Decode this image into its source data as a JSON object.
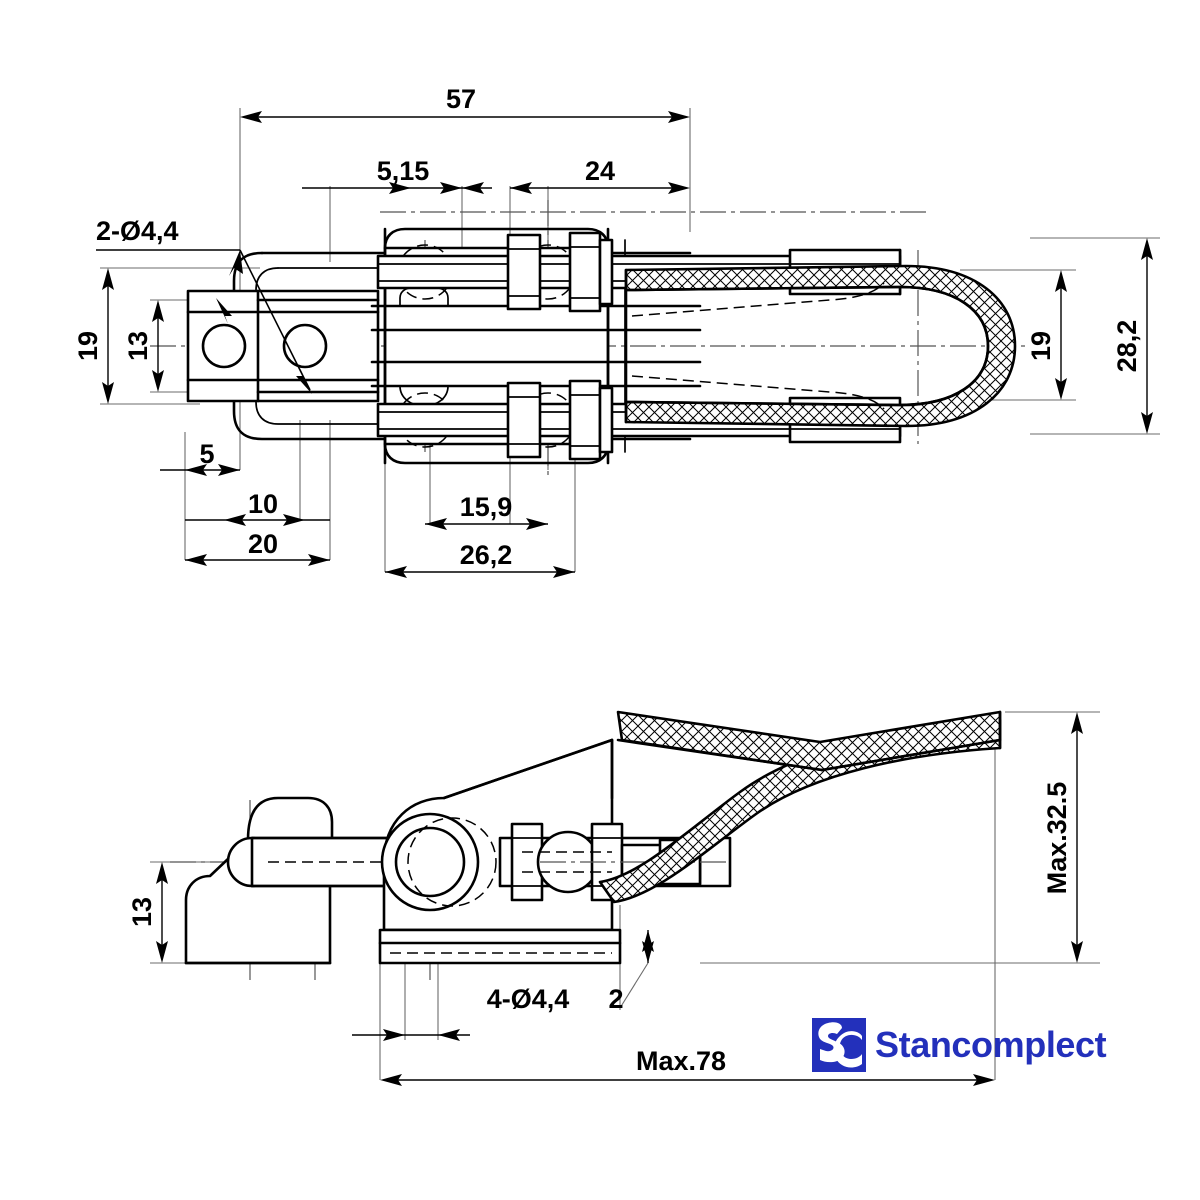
{
  "document": {
    "type": "engineering-drawing",
    "subject": "toggle latch clamp",
    "views": [
      "top-plan-view",
      "side-elevation-view"
    ],
    "units_note": "mm"
  },
  "top_view": {
    "dimensions": {
      "overall_length": "57",
      "pin_offset": "5,15",
      "spindle_length": "24",
      "base_hole_pitch_v": "13",
      "base_width": "19",
      "body_width": "19",
      "overall_width": "28,2",
      "edge_margin": "5",
      "hole_pitch_h": "10",
      "keeper_length": "20",
      "bolt_spacing": "15,9",
      "base_length": "26,2"
    },
    "callouts": {
      "keeper_holes": "2-Ø4,4"
    }
  },
  "side_view": {
    "dimensions": {
      "keeper_height": "13",
      "base_plate_thickness": "2",
      "max_height": "Max.32.5",
      "max_length": "Max.78"
    },
    "callouts": {
      "base_holes": "4-Ø4,4"
    }
  },
  "brand": {
    "name": "Stancomplect",
    "mark_letters": "SC",
    "color": "#2330bb"
  },
  "icons": {
    "logo": "sc-logo-icon"
  }
}
